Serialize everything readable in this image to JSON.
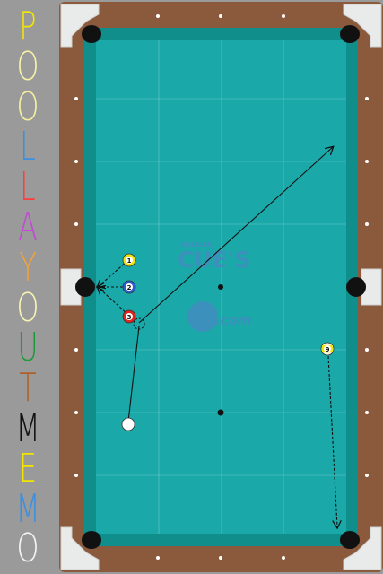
{
  "title_letters": [
    {
      "char": "P",
      "color": "#f2e500"
    },
    {
      "char": "O",
      "color": "#f5f2a8"
    },
    {
      "char": "O",
      "color": "#f4f0a0"
    },
    {
      "char": "L",
      "color": "#3d8fe0"
    },
    {
      "char": "L",
      "color": "#ff3e3e"
    },
    {
      "char": "A",
      "color": "#c24ad4"
    },
    {
      "char": "Y",
      "color": "#f2a23a"
    },
    {
      "char": "O",
      "color": "#f6f3b3"
    },
    {
      "char": "U",
      "color": "#1e9a3a"
    },
    {
      "char": "T",
      "color": "#b0602a"
    },
    {
      "char": "M",
      "color": "#111111"
    },
    {
      "char": "E",
      "color": "#f2e500"
    },
    {
      "char": "M",
      "color": "#3d8fe0"
    },
    {
      "char": "O",
      "color": "#f4f4f4"
    }
  ],
  "table": {
    "felt_color": "#1aa8a8",
    "rail_color": "#8b5a3c",
    "logo_small": "BILLIARD",
    "logo_main": "CUE'S",
    "logo_sub": ".com"
  },
  "balls": [
    {
      "label": "1",
      "color": "#f2e20e",
      "name": "ball-1"
    },
    {
      "label": "2",
      "color": "#2a5fd6",
      "name": "ball-2"
    },
    {
      "label": "3",
      "color": "#e0241e",
      "name": "ball-3"
    },
    {
      "label": "9",
      "color": "#f2e20e",
      "name": "ball-9"
    }
  ]
}
